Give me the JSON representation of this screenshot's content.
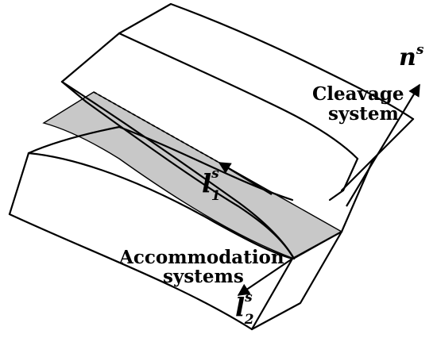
{
  "labels": {
    "cleavage_line1": "Cleavage",
    "cleavage_line2": "system",
    "accommodation_line1": "Accommodation",
    "accommodation_line2": "systems"
  },
  "vectors": {
    "n": {
      "base": "n",
      "sup": "s"
    },
    "l1": {
      "base": "l",
      "sup": "s",
      "sub": "1"
    },
    "l2": {
      "base": "l",
      "sup": "s",
      "sub": "2"
    }
  },
  "colors": {
    "plane_fill": "#c8c8c8",
    "stroke": "#000000"
  }
}
